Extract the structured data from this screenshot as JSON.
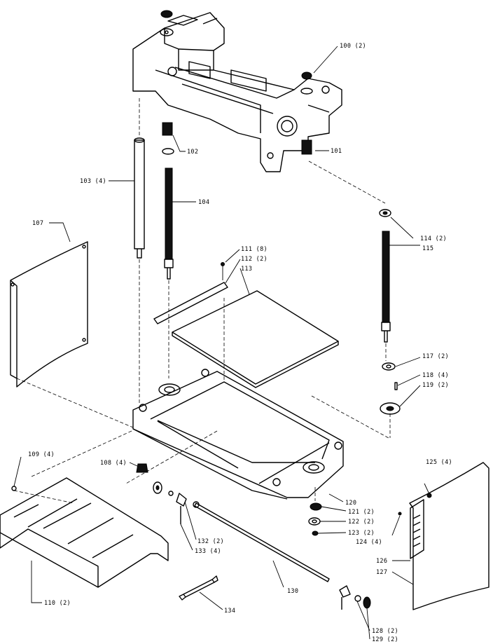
{
  "callouts": {
    "c100": "100 (2)",
    "c101": "101",
    "c102": "102",
    "c103": "103 (4)",
    "c104": "104",
    "c107": "107",
    "c108": "108 (4)",
    "c109": "109 (4)",
    "c110": "110 (2)",
    "c111": "111 (8)",
    "c112": "112 (2)",
    "c113": "113",
    "c114": "114 (2)",
    "c115": "115",
    "c117": "117 (2)",
    "c118": "118 (4)",
    "c119": "119 (2)",
    "c120": "120",
    "c121": "121 (2)",
    "c122": "122 (2)",
    "c123": "123 (2)",
    "c124": "124 (4)",
    "c125": "125 (4)",
    "c126": "126",
    "c127": "127",
    "c128": "128 (2)",
    "c129": "129 (2)",
    "c130": "130",
    "c132": "132 (2)",
    "c133": "133 (4)",
    "c134": "134"
  }
}
